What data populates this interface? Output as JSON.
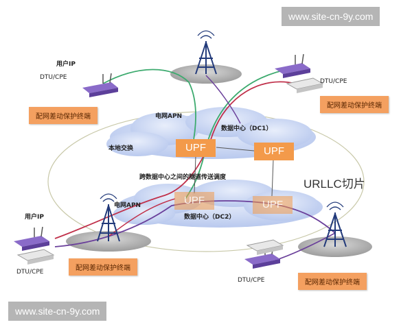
{
  "watermark": "www.site-cn-9y.com",
  "slice_label": "URLLC切片",
  "dc1_label": "数据中心（DC1）",
  "dc2_label": "数据中心（DC2）",
  "apn_top": "电网APN",
  "apn_bottom": "电网APN",
  "local_exchange": "本地交换",
  "cross_dc": "跨数据中心之间的隧道传送调度",
  "upf": "UPF",
  "user_ip": "用户IP",
  "dtu": "DTU/CPE",
  "terminal": "配网差动保护终端",
  "colors": {
    "upf": "#f39a4a",
    "terminal": "#f4a060",
    "cloud": "#c9d6f2",
    "green_link": "#3caa6e",
    "red_link": "#c0304a",
    "purple_link": "#6a3f9a"
  }
}
